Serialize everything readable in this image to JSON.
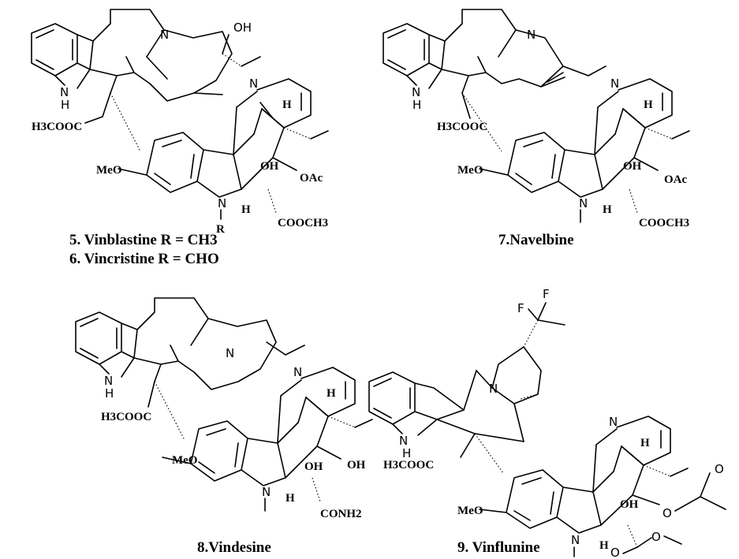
{
  "compounds": [
    {
      "caption_lines": [
        "5.  Vinblastine R = CH3",
        "6.  Vincristine R = CHO"
      ],
      "labels": {
        "nh": "N",
        "h_indole": "H",
        "ester": "H3COOC",
        "n_top": "N",
        "oh_top": "OH",
        "n_lower": "N",
        "h_lower": "H",
        "meo": "MeO",
        "oh": "OH",
        "oac": "OAc",
        "n_indoline": "N",
        "r": "R",
        "h_bottom": "H",
        "cooch3": "COOCH3"
      }
    },
    {
      "caption_lines": [
        "7.Navelbine"
      ],
      "labels": {
        "nh": "N",
        "h_indole": "H",
        "ester": "H3COOC",
        "n_top": "N",
        "n_lower": "N",
        "h_lower": "H",
        "meo": "MeO",
        "oh": "OH",
        "oac": "OAc",
        "n_indoline": "N",
        "h_bottom": "H",
        "cooch3": "COOCH3"
      }
    },
    {
      "caption_lines": [
        "8.Vindesine"
      ],
      "labels": {
        "nh": "N",
        "h_indole": "H",
        "ester": "H3COOC",
        "n_top": "N",
        "n_lower": "N",
        "h_lower": "H",
        "meo": "MeO",
        "oh": "OH",
        "oh2": "OH",
        "n_indoline": "N",
        "h_bottom": "H",
        "conh2": "CONH2"
      }
    },
    {
      "caption_lines": [
        "9. Vinflunine"
      ],
      "labels": {
        "f1": "F",
        "f2": "F",
        "n_top": "N",
        "nh": "N",
        "h_indole": "H",
        "ester": "H3COOC",
        "n_lower": "N",
        "h_lower": "H",
        "meo": "MeO",
        "oh": "OH",
        "o_acetyl": "O",
        "o_carbonyl1": "O",
        "o_carbonyl2": "O",
        "o_ether": "O",
        "n_indoline": "N",
        "h_bottom": "H"
      }
    }
  ]
}
